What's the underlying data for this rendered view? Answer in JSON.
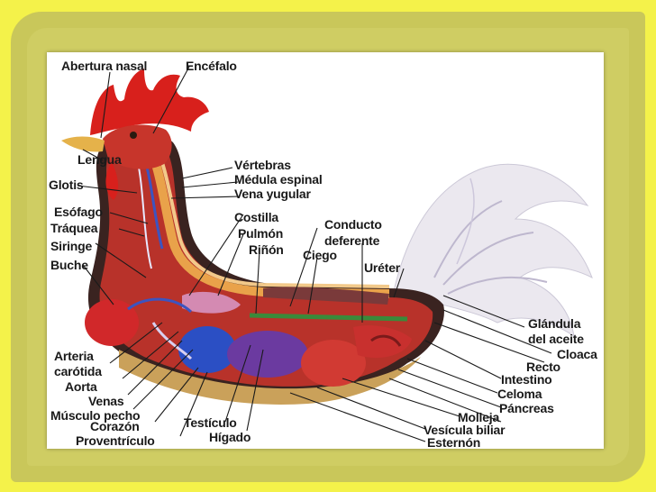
{
  "labels": {
    "abertura_nasal": "Abertura nasal",
    "encefalo": "Encéfalo",
    "lengua": "Lengua",
    "glotis": "Glotis",
    "esofago": "Esófago",
    "traquea": "Tráquea",
    "siringe": "Siringe",
    "buche": "Buche",
    "arteria": "Arteria",
    "carotida": "carótida",
    "aorta": "Aorta",
    "venas": "Venas",
    "musculo_pecho": "Músculo pecho",
    "corazon": "Corazón",
    "proventriculo": "Proventrículo",
    "vertebras": "Vértebras",
    "medula_espinal": "Médula espinal",
    "vena_yugular": "Vena yugular",
    "costilla": "Costilla",
    "pulmon": "Pulmón",
    "rinon": "Riñón",
    "conducto": "Conducto",
    "deferente": "deferente",
    "ciego": "Ciego",
    "ureter": "Uréter",
    "testiculo": "Testículo",
    "higado": "Hígado",
    "glandula": "Glándula",
    "del_aceite": "del aceite",
    "cloaca": "Cloaca",
    "recto": "Recto",
    "intestino": "Intestino",
    "celoma": "Celoma",
    "pancreas": "Páncreas",
    "molleja": "Molleja",
    "vesicula_biliar": "Vesícula biliar",
    "esternon": "Esternón"
  },
  "colors": {
    "slide_background": "#f4f24a",
    "frame": "#c9c75a",
    "comb": "#d8201c",
    "body_tissue": "#c23a2a",
    "lungs": "#4a59b8",
    "gizzard": "#6b3aa0",
    "intestine": "#3a8a3a"
  }
}
